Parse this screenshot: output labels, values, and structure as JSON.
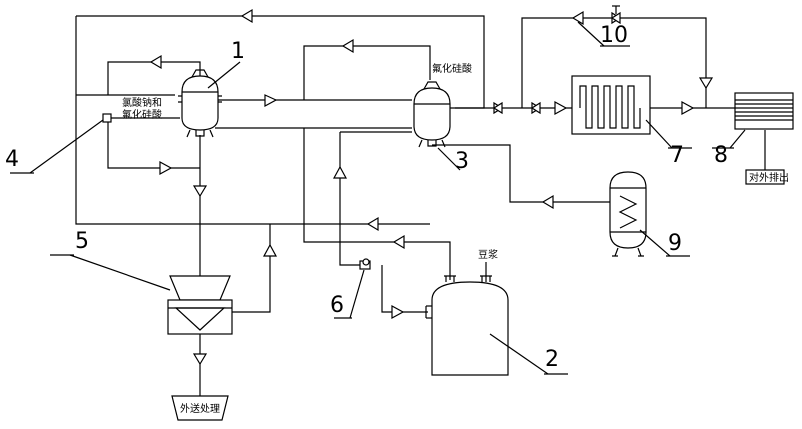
{
  "numbers": {
    "n1": "1",
    "n2": "2",
    "n3": "3",
    "n4": "4",
    "n5": "5",
    "n6": "6",
    "n7": "7",
    "n8": "8",
    "n9": "9",
    "n10": "10"
  },
  "labels": {
    "feed_1a": "氯酸钠和",
    "feed_1b": "氟化硅酸",
    "feed_3": "氟化硅酸",
    "soy": "豆浆",
    "discharge": "对外排出",
    "outbound": "外送处理"
  },
  "colors": {
    "line": "#000000",
    "background": "#ffffff"
  }
}
